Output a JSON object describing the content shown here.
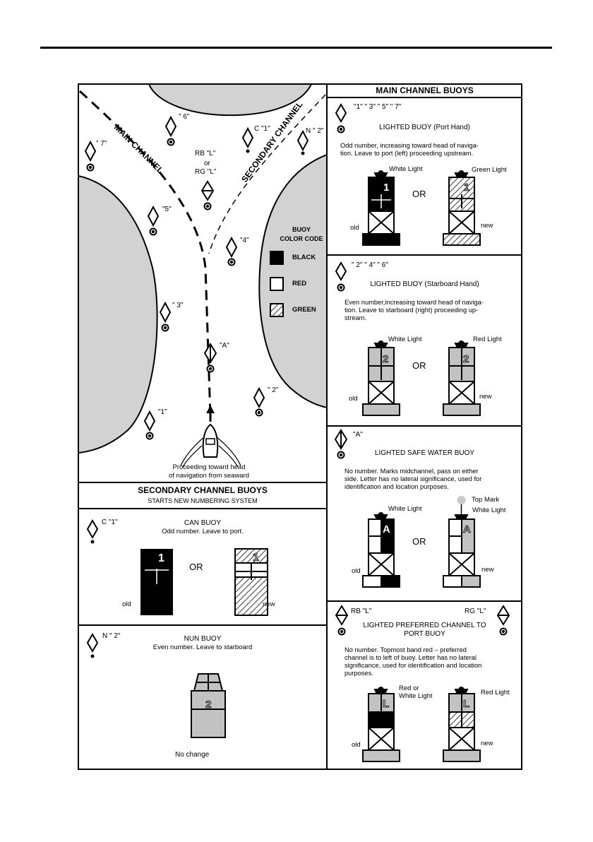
{
  "map": {
    "labels": {
      "main_channel": "MAIN CHANNEL",
      "secondary_channel": "SECONDARY CHANNEL",
      "b6": "\" 6\"",
      "b7": "\" 7\"",
      "c1": "C \"1\"",
      "n2": "N \" 2\"",
      "rb_l": "RB  \"L\"",
      "or": "or",
      "rg_l": "RG  \"L\"",
      "b5": "\"5\"",
      "b4": "\"4\"",
      "b3": "\" 3\"",
      "a": "\"A\"",
      "b2": "\" 2\"",
      "b1": "\"1\""
    },
    "legend": {
      "title_line1": "BUOY",
      "title_line2": "COLOR CODE",
      "black": "BLACK",
      "red": "RED",
      "green": "GREEN"
    },
    "caption_line1": "Proceeding toward head",
    "caption_line2": "of navigation from seaward"
  },
  "secondary": {
    "title": "SECONDARY CHANNEL BUOYS",
    "subtitle": "STARTS NEW NUMBERING SYSTEM",
    "can": {
      "symbol_label": "C \"1\"",
      "title": "CAN  BUOY",
      "desc": "Odd number.  Leave to port.",
      "or": "OR",
      "old": "old",
      "new": "new",
      "numeral": "1"
    },
    "nun": {
      "symbol_label": "N  \" 2\"",
      "title": "NUN BUOY",
      "desc": "Even number.  Leave to starboard",
      "change": "No change",
      "numeral": "2"
    }
  },
  "main": {
    "title": "MAIN CHANNEL BUOYS",
    "port": {
      "numbers": "\"1\"  \" 3\"  \" 5\"  \" 7\"",
      "title": "LIGHTED BUOY (Port Hand)",
      "desc1": "Odd number, increasing toward head of naviga-",
      "desc2": "tion. Leave to port (left) proceeding upstream.",
      "white_light": "White Light",
      "green_light": "Green Light",
      "or": "OR",
      "old": "old",
      "new": "new",
      "numeral": "1"
    },
    "starboard": {
      "numbers": "\" 2\"  \" 4\"  \" 6\"",
      "title": "LIGHTED BUOY (Starboard Hand)",
      "desc1": "Even number,increasing toward head of naviga-",
      "desc2": "tion.  Leave to starboard  (right) proceeding up-",
      "desc3": "stream.",
      "white_light": "White Light",
      "red_light": "Red Light",
      "or": "OR",
      "old": "old",
      "new": "new",
      "numeral": "2"
    },
    "safe": {
      "label": "\"A\"",
      "title": "LIGHTED SAFE WATER BUOY",
      "desc1": "No  number.  Marks  midchannel, pass on  either",
      "desc2": "side.  Letter has no lateral significance, used for",
      "desc3": "identification and location purposes.",
      "white_light": "White Light",
      "top_mark": "Top Mark",
      "white_light2": "White Light",
      "or": "OR",
      "old": "old",
      "new": "new",
      "letter": "A"
    },
    "preferred": {
      "rb": "RB  \"L\"",
      "rg": "RG  \"L\"",
      "title1": "LIGHTED PREFERRED CHANNEL TO",
      "title2": "PORT BUOY",
      "desc1": "No  number.  Topmost band red – preferred",
      "desc2": "channel is to left of buoy. Letter has no lateral",
      "desc3": "significance, used for identification and location",
      "desc4": "purposes.",
      "red_or": "Red or",
      "white_light": "White Light",
      "red_light": "Red Light",
      "old": "old",
      "new": "new",
      "letter": "L"
    }
  },
  "colors": {
    "land": "#d2d2d2",
    "buoy_gray": "#c2c2c2",
    "black": "#000000",
    "top_mark": "#c8c8c8"
  }
}
